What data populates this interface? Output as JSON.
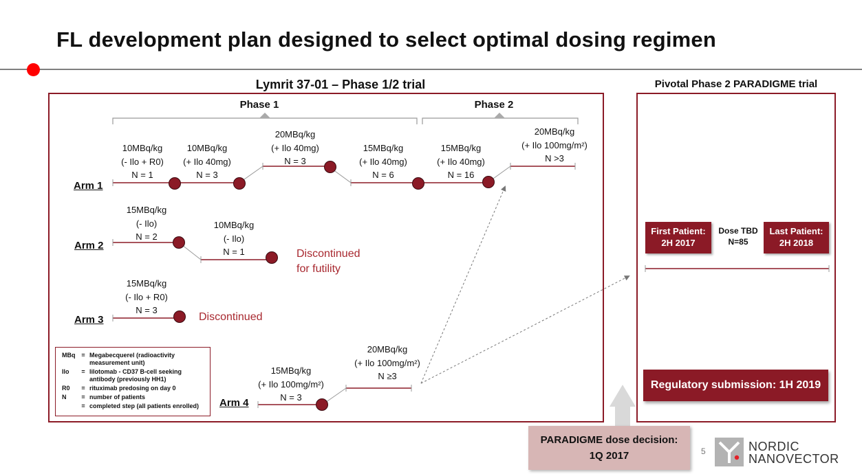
{
  "title": "FL development plan designed to select optimal dosing regimen",
  "trial": {
    "title": "Lymrit 37-01 – Phase 1/2 trial",
    "phase1": "Phase 1",
    "phase2": "Phase 2",
    "arms": {
      "arm1": {
        "label": "Arm 1",
        "steps": [
          [
            "10MBq/kg",
            "(- Ilo + R0)",
            "N = 1"
          ],
          [
            "10MBq/kg",
            "(+ Ilo 40mg)",
            "N = 3"
          ],
          [
            "20MBq/kg",
            "(+ Ilo 40mg)",
            "N = 3"
          ],
          [
            "15MBq/kg",
            "(+ Ilo 40mg)",
            "N = 6"
          ],
          [
            "15MBq/kg",
            "(+ Ilo 40mg)",
            "N = 16"
          ],
          [
            "20MBq/kg",
            "(+ Ilo 100mg/m²)",
            "N >3"
          ]
        ]
      },
      "arm2": {
        "label": "Arm 2",
        "steps": [
          [
            "15MBq/kg",
            "(- Ilo)",
            "N = 2"
          ],
          [
            "10MBq/kg",
            "(- Ilo)",
            "N = 1"
          ]
        ],
        "status": [
          "Discontinued",
          "for futility"
        ]
      },
      "arm3": {
        "label": "Arm 3",
        "steps": [
          [
            "15MBq/kg",
            "(- Ilo + R0)",
            "N = 3"
          ]
        ],
        "status": "Discontinued"
      },
      "arm4": {
        "label": "Arm 4",
        "steps": [
          [
            "15MBq/kg",
            "(+ Ilo 100mg/m²)",
            "N = 3"
          ],
          [
            "20MBq/kg",
            "(+ Ilo 100mg/m²)",
            "N ≥3"
          ]
        ]
      }
    },
    "legend": [
      {
        "abbr": "MBq",
        "def": [
          "Megabecquerel  (radioactivity",
          "measurement unit)"
        ]
      },
      {
        "abbr": "Ilo",
        "def": [
          "lilotomab - CD37 B-cell seeking",
          "antibody (previously HH1)"
        ]
      },
      {
        "abbr": "R0",
        "def": [
          "rituximab predosing on day 0"
        ]
      },
      {
        "abbr": "N",
        "def": [
          "number of patients"
        ]
      },
      {
        "abbr": "",
        "def": [
          "completed step (all patients enrolled)"
        ]
      }
    ]
  },
  "pivotal": {
    "title": "Pivotal Phase 2 PARADIGME trial",
    "first_patient": [
      "First Patient:",
      "2H 2017"
    ],
    "dose": [
      "Dose TBD",
      "N=85"
    ],
    "last_patient": [
      "Last Patient:",
      "2H 2018"
    ],
    "regulatory": "Regulatory submission: 1H 2019"
  },
  "decision": [
    "PARADIGME dose decision:",
    "1Q 2017"
  ],
  "page_number": "5",
  "brand": [
    "NORDIC",
    "NANOVECTOR"
  ],
  "colors": {
    "accent": "#8b1a26",
    "red_dot": "#ff0000",
    "discontinued_text": "#a8282f",
    "decision_fill": "#d7b6b5"
  }
}
